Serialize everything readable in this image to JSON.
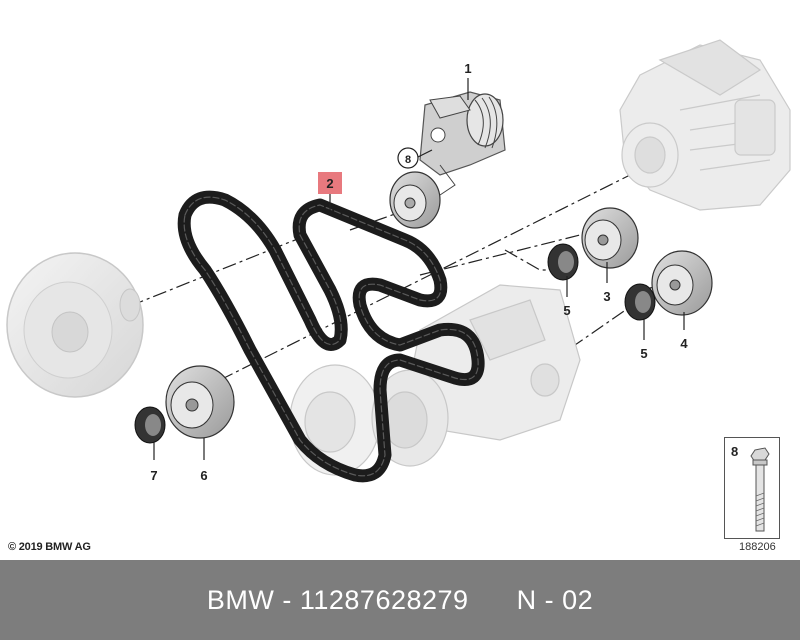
{
  "diagram": {
    "copyright": "© 2019 BMW AG",
    "drawing_code": "188206",
    "highlight_color": "#e8797e",
    "labels": [
      {
        "id": "1",
        "text": "1"
      },
      {
        "id": "2",
        "text": "2"
      },
      {
        "id": "3",
        "text": "3"
      },
      {
        "id": "4",
        "text": "4"
      },
      {
        "id": "5a",
        "text": "5"
      },
      {
        "id": "5b",
        "text": "5"
      },
      {
        "id": "6",
        "text": "6"
      },
      {
        "id": "7",
        "text": "7"
      },
      {
        "id": "8",
        "text": "8"
      }
    ],
    "inset_label": "8"
  },
  "footer": {
    "brand": "BMW",
    "separator": " - ",
    "part_number": "11287628279",
    "suffix": "N - 02"
  }
}
